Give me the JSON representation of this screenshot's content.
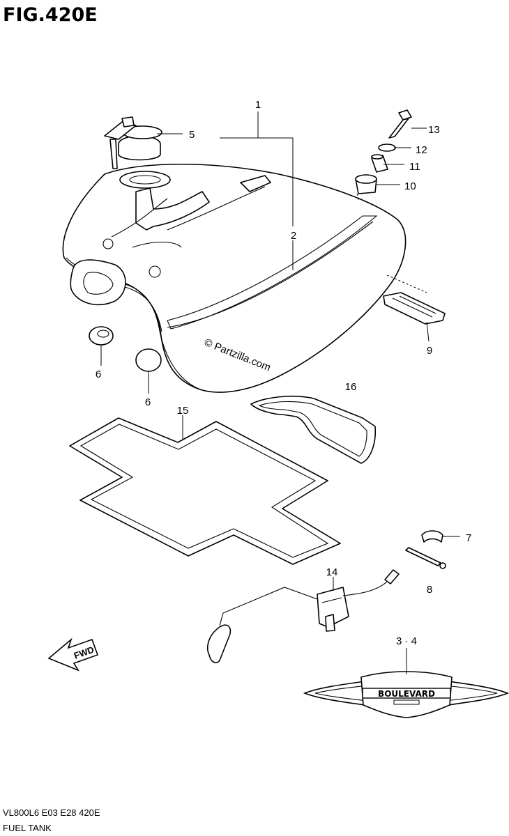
{
  "figure_title": "FIG.420E",
  "footer": {
    "model_code": "VL800L6  E03  E28  420E",
    "section_name": "FUEL TANK"
  },
  "watermark": "© Partzilla.com",
  "direction_arrow": "FWD",
  "emblem_text": "BOULEVARD",
  "callouts": [
    {
      "id": "c1",
      "label": "1"
    },
    {
      "id": "c2",
      "label": "2"
    },
    {
      "id": "c34",
      "label": "3 · 4"
    },
    {
      "id": "c5",
      "label": "5"
    },
    {
      "id": "c6a",
      "label": "6"
    },
    {
      "id": "c6b",
      "label": "6"
    },
    {
      "id": "c7",
      "label": "7"
    },
    {
      "id": "c8",
      "label": "8"
    },
    {
      "id": "c9",
      "label": "9"
    },
    {
      "id": "c10",
      "label": "10"
    },
    {
      "id": "c11",
      "label": "11"
    },
    {
      "id": "c12",
      "label": "12"
    },
    {
      "id": "c13",
      "label": "13"
    },
    {
      "id": "c14",
      "label": "14"
    },
    {
      "id": "c15",
      "label": "15"
    },
    {
      "id": "c16",
      "label": "16"
    }
  ],
  "colors": {
    "ink": "#000000",
    "paper": "#ffffff"
  }
}
